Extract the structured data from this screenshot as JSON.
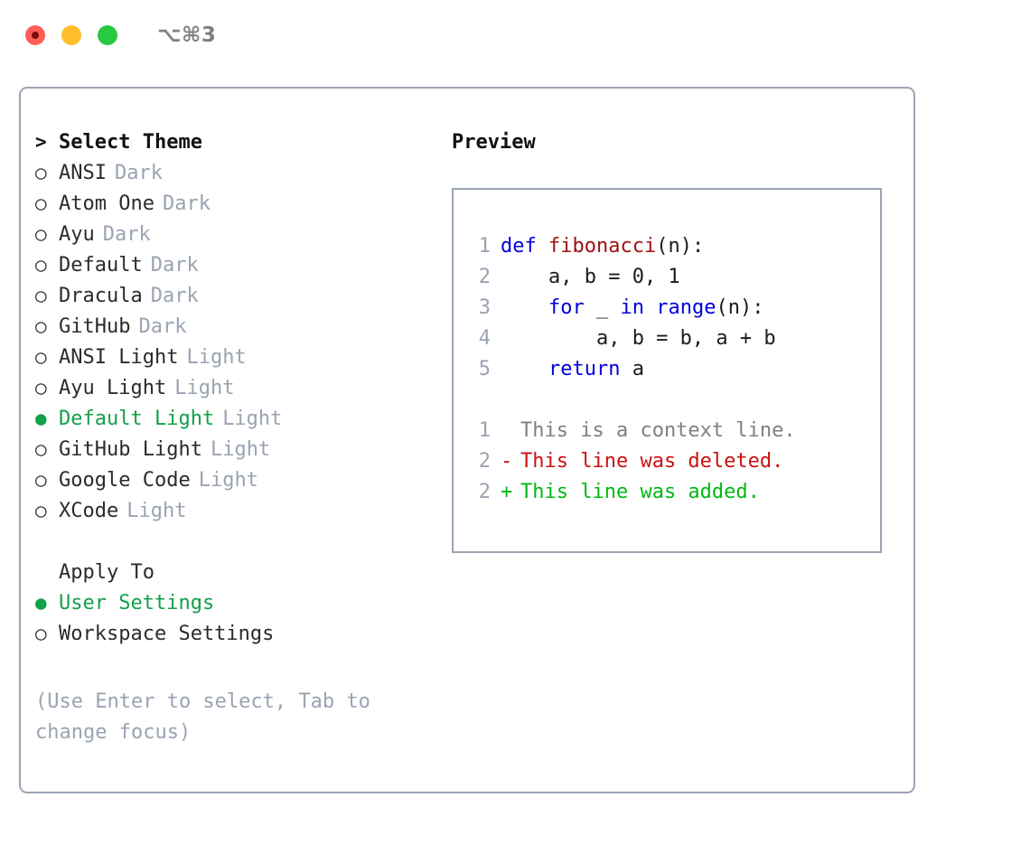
{
  "titlebar": {
    "shortcut": "⌥⌘3",
    "buttons": [
      {
        "name": "close",
        "color": "#ff5f56"
      },
      {
        "name": "minimize",
        "color": "#ffbd2e"
      },
      {
        "name": "maximize",
        "color": "#28c840"
      }
    ]
  },
  "theme_panel": {
    "header": {
      "caret": ">",
      "label": "Select Theme"
    },
    "radio_off": "○",
    "radio_on": "●",
    "items": [
      {
        "marker": "○",
        "label": "ANSI",
        "suffix": "Dark",
        "selected": false
      },
      {
        "marker": "○",
        "label": "Atom One",
        "suffix": "Dark",
        "selected": false
      },
      {
        "marker": "○",
        "label": "Ayu",
        "suffix": "Dark",
        "selected": false
      },
      {
        "marker": "○",
        "label": "Default",
        "suffix": "Dark",
        "selected": false
      },
      {
        "marker": "○",
        "label": "Dracula",
        "suffix": "Dark",
        "selected": false
      },
      {
        "marker": "○",
        "label": "GitHub",
        "suffix": "Dark",
        "selected": false
      },
      {
        "marker": "○",
        "label": "ANSI Light",
        "suffix": "Light",
        "selected": false
      },
      {
        "marker": "○",
        "label": "Ayu Light",
        "suffix": "Light",
        "selected": false
      },
      {
        "marker": "●",
        "label": "Default Light",
        "suffix": "Light",
        "selected": true
      },
      {
        "marker": "○",
        "label": "GitHub Light",
        "suffix": "Light",
        "selected": false
      },
      {
        "marker": "○",
        "label": "Google Code",
        "suffix": "Light",
        "selected": false
      },
      {
        "marker": "○",
        "label": "XCode",
        "suffix": "Light",
        "selected": false
      }
    ],
    "apply_to": {
      "label": "Apply To",
      "options": [
        {
          "marker": "●",
          "label": "User Settings",
          "selected": true
        },
        {
          "marker": "○",
          "label": "Workspace Settings",
          "selected": false
        }
      ]
    },
    "hint": "(Use Enter to select, Tab to change focus)"
  },
  "preview": {
    "title": "Preview",
    "code_lines": [
      {
        "num": "1",
        "tokens": [
          {
            "t": "def ",
            "c": "kw"
          },
          {
            "t": "fibonacci",
            "c": "fn"
          },
          {
            "t": "(n):",
            "c": "plain"
          }
        ]
      },
      {
        "num": "2",
        "tokens": [
          {
            "t": "    a, b = 0, 1",
            "c": "plain"
          }
        ]
      },
      {
        "num": "3",
        "tokens": [
          {
            "t": "    ",
            "c": "plain"
          },
          {
            "t": "for",
            "c": "kw"
          },
          {
            "t": " _ ",
            "c": "plain"
          },
          {
            "t": "in range",
            "c": "kw"
          },
          {
            "t": "(n):",
            "c": "plain"
          }
        ]
      },
      {
        "num": "4",
        "tokens": [
          {
            "t": "        a, b = b, a + b",
            "c": "plain"
          }
        ]
      },
      {
        "num": "5",
        "tokens": [
          {
            "t": "    ",
            "c": "plain"
          },
          {
            "t": "return",
            "c": "kw"
          },
          {
            "t": " a",
            "c": "plain"
          }
        ]
      }
    ],
    "diff_lines": [
      {
        "num": "1",
        "marker": " ",
        "text": "This is a context line.",
        "kind": "ctx"
      },
      {
        "num": "2",
        "marker": "-",
        "text": "This line was deleted.",
        "kind": "del"
      },
      {
        "num": "2",
        "marker": "+",
        "text": "This line was added.",
        "kind": "add"
      }
    ]
  },
  "colors": {
    "accent_green": "#12a04a",
    "border": "#9aa5b4",
    "muted": "#9aa3b2",
    "keyword": "#0000dd",
    "function": "#a01014",
    "diff_add": "#00b814",
    "diff_del": "#cc1111",
    "diff_ctx": "#808080"
  }
}
